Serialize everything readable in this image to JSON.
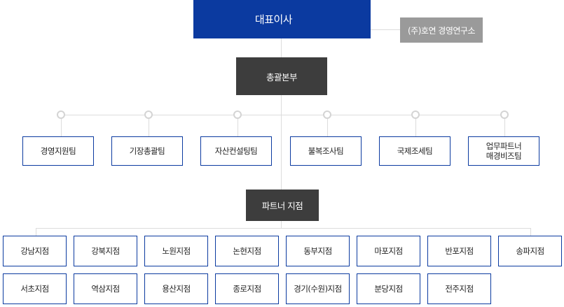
{
  "ceo": {
    "label": "대표이사"
  },
  "research_lab": {
    "label": "(주)호연 경영연구소"
  },
  "general_hq": {
    "label": "총괄본부"
  },
  "teams": [
    {
      "label": "경영지원팀"
    },
    {
      "label": "기장총괄팀"
    },
    {
      "label": "자산컨설팅팀"
    },
    {
      "label": "불복조사팀"
    },
    {
      "label": "국제조세팀"
    },
    {
      "label": "업무파트너\n매경비즈팀"
    }
  ],
  "partner_branches": {
    "label": "파트너 지점"
  },
  "branches_row1": [
    {
      "label": "강남지점"
    },
    {
      "label": "강북지점"
    },
    {
      "label": "노원지점"
    },
    {
      "label": "논현지점"
    },
    {
      "label": "동부지점"
    },
    {
      "label": "마포지점"
    },
    {
      "label": "반포지점"
    },
    {
      "label": "송파지점"
    }
  ],
  "branches_row2": [
    {
      "label": "서초지점"
    },
    {
      "label": "역삼지점"
    },
    {
      "label": "용산지점"
    },
    {
      "label": "종로지점"
    },
    {
      "label": "경기(수원)지점"
    },
    {
      "label": "분당지점"
    },
    {
      "label": "전주지점"
    }
  ],
  "colors": {
    "ceo_bg": "#0b3aa0",
    "lab_bg": "#9a9a9a",
    "dark_box_bg": "#3d3d3d",
    "box_border": "#0b3aa0",
    "connector": "#dcdcdc"
  }
}
